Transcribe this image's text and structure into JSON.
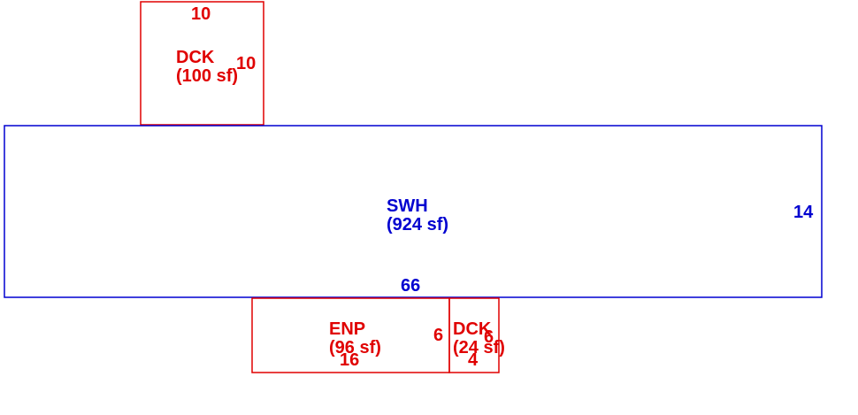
{
  "colors": {
    "deck": "#e00000",
    "main": "#0000d0"
  },
  "areas": {
    "deck_top": {
      "code": "DCK",
      "area": "(100 sf)",
      "width_dim": "10",
      "depth_dim": "10"
    },
    "main": {
      "code": "SWH",
      "area": "(924 sf)",
      "width_dim": "66",
      "depth_dim": "14"
    },
    "porch": {
      "code": "ENP",
      "area": "(96 sf)",
      "width_dim": "16",
      "depth_dim": "6"
    },
    "deck_small": {
      "code": "DCK",
      "area": "(24 sf)",
      "width_dim": "4",
      "depth_dim": "6"
    }
  }
}
